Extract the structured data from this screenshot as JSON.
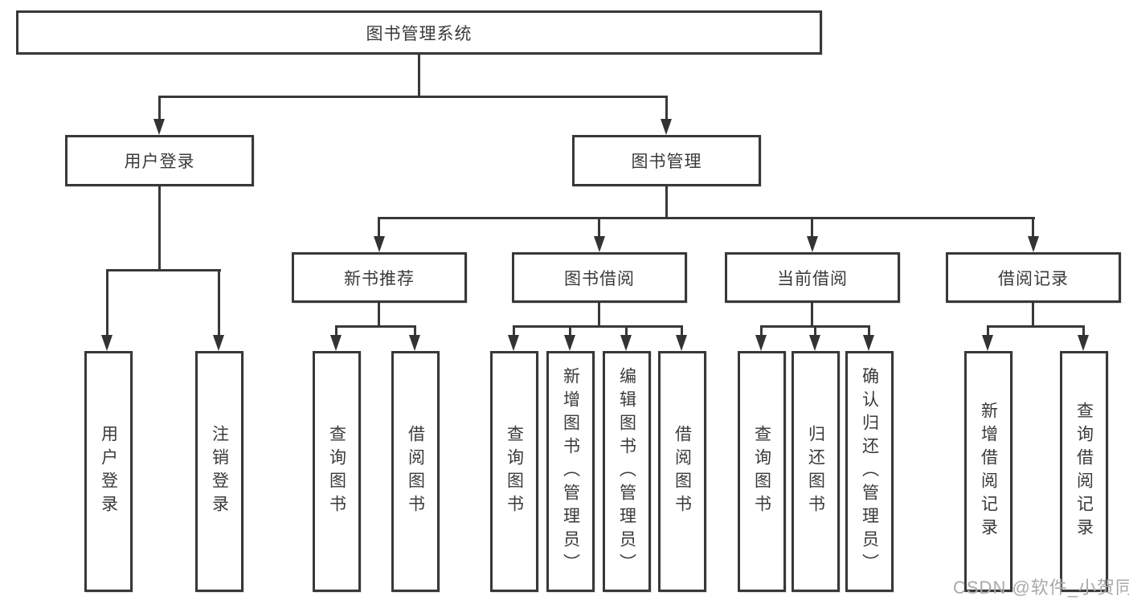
{
  "diagram": {
    "root": {
      "label": "图书管理系统",
      "children": [
        {
          "label": "用户登录",
          "children": [
            {
              "label": "用户登录"
            },
            {
              "label": "注销登录"
            }
          ]
        },
        {
          "label": "图书管理",
          "children": [
            {
              "label": "新书推荐",
              "children": [
                {
                  "label": "查询图书"
                },
                {
                  "label": "借阅图书"
                }
              ]
            },
            {
              "label": "图书借阅",
              "children": [
                {
                  "label": "查询图书"
                },
                {
                  "label": "新增图书（管理员）"
                },
                {
                  "label": "编辑图书（管理员）"
                },
                {
                  "label": "借阅图书"
                }
              ]
            },
            {
              "label": "当前借阅",
              "children": [
                {
                  "label": "查询图书"
                },
                {
                  "label": "归还图书"
                },
                {
                  "label": "确认归还（管理员）"
                }
              ]
            },
            {
              "label": "借阅记录",
              "children": [
                {
                  "label": "新增借阅记录"
                },
                {
                  "label": "查询借阅记录"
                }
              ]
            }
          ]
        }
      ]
    }
  },
  "watermark": {
    "text": "CSDN @软件_小贺同学"
  },
  "colors": {
    "line": "#383838",
    "arrow": "#333333",
    "text": "#3a3a3a",
    "background": "#ffffff",
    "watermark": "#a9a9a9"
  }
}
